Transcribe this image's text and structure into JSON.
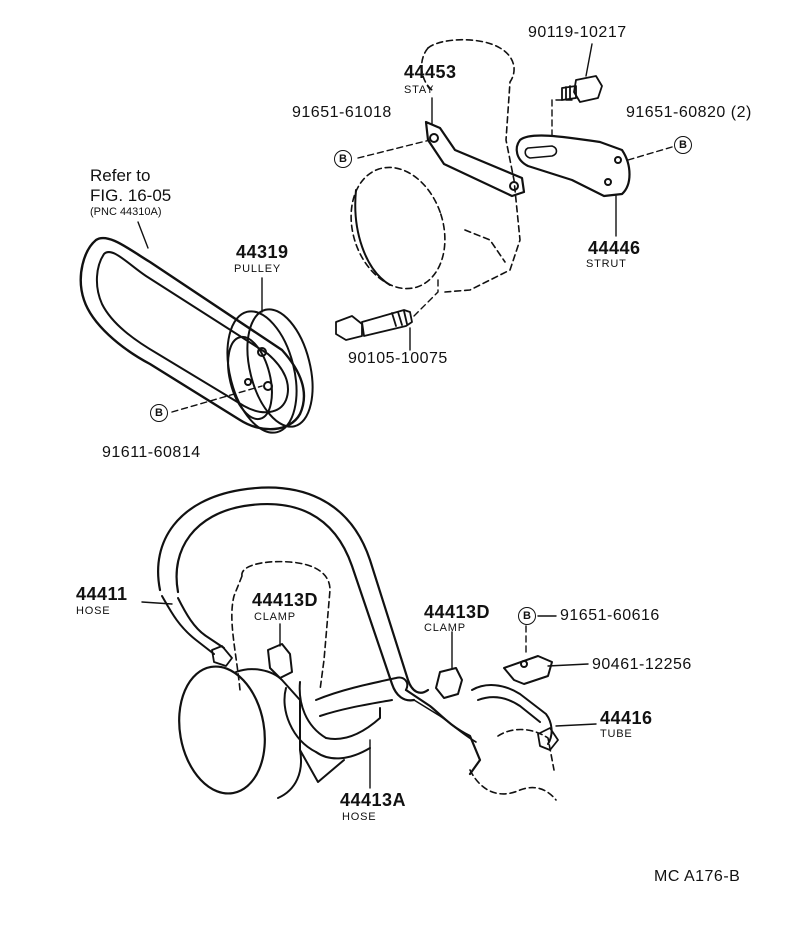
{
  "labels": {
    "p90119": "90119-10217",
    "p44453": "44453",
    "stay": "STAY",
    "p91651_61018": "91651-61018",
    "p91651_60820": "91651-60820 (2)",
    "p44446": "44446",
    "strut": "STRUT",
    "refer_to": "Refer to",
    "fig": "FIG. 16-05",
    "pnc": "(PNC 44310A)",
    "p44319": "44319",
    "pulley": "PULLEY",
    "p90105": "90105-10075",
    "p91611": "91611-60814",
    "p44411": "44411",
    "hose1": "HOSE",
    "p44413D_a": "44413D",
    "clamp_a": "CLAMP",
    "p44413D_b": "44413D",
    "clamp_b": "CLAMP",
    "p91651_60616": "91651-60616",
    "p90461": "90461-12256",
    "p44416": "44416",
    "tube": "TUBE",
    "p44413A": "44413A",
    "hose2": "HOSE",
    "code": "MC A176-B"
  },
  "badge_letter": "B"
}
